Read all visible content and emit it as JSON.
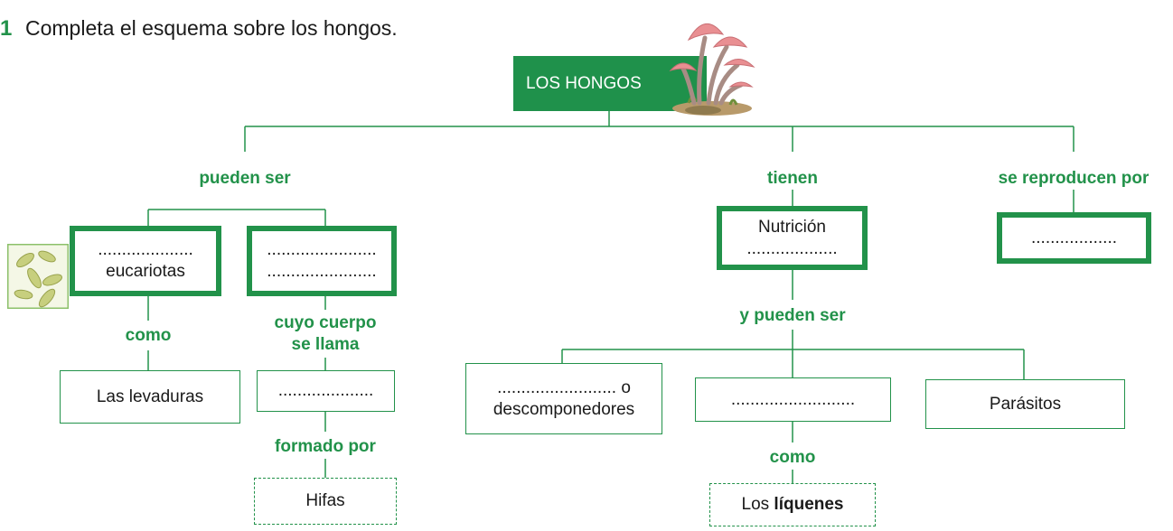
{
  "exercise": {
    "number": "1",
    "instruction": "Completa el esquema sobre los hongos."
  },
  "title": "LOS HONGOS",
  "labels": {
    "pueden_ser": "pueden ser",
    "tienen": "tienen",
    "se_reproducen_por": "se reproducen por",
    "como_left": "como",
    "cuyo_cuerpo_1": "cuyo cuerpo",
    "cuyo_cuerpo_2": "se llama",
    "formado_por": "formado por",
    "y_pueden_ser": "y pueden ser",
    "como_right": "como"
  },
  "boxes": {
    "eucariotas_blank": "....................",
    "eucariotas": "eucariotas",
    "pluri_blank_1": ".......................",
    "pluri_blank_2": ".......................",
    "nutricion": "Nutrición",
    "nutricion_blank": "...................",
    "reproduccion_blank": "..................",
    "levaduras": "Las levaduras",
    "cuerpo_blank": "....................",
    "hifas": "Hifas",
    "descomp_blank": "......................... o",
    "descomponedores": "descomponedores",
    "mid_blank": "..........................",
    "parasitos": "Parásitos",
    "liquenes_pre": "Los",
    "liquenes": "líquenes"
  },
  "colors": {
    "accent": "#22924a",
    "title_bg": "#1f914b"
  },
  "images": {
    "mushroom": "mushroom-illustration",
    "yeast": "yeast-cells-image"
  }
}
